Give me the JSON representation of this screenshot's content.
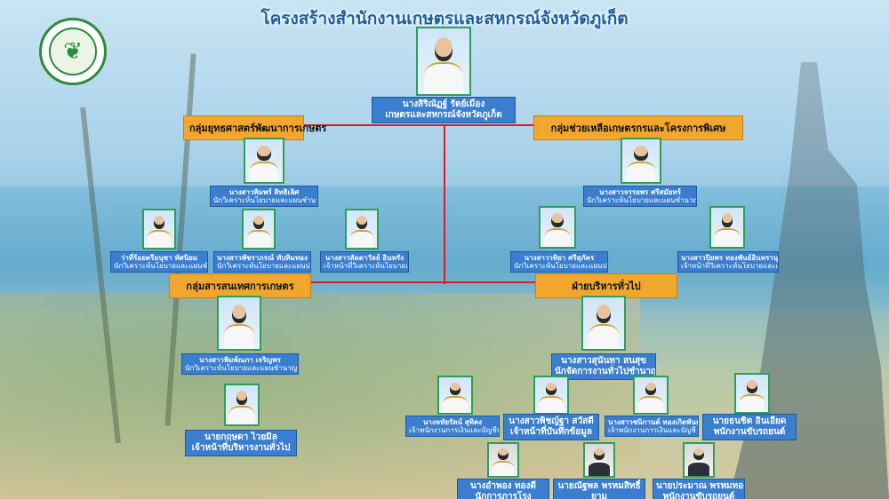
{
  "title": "โครงสร้างสำนักงานเกษตรและสหกรณ์จังหวัดภูเก็ต",
  "logo": {
    "icon": "ministry-seal-icon",
    "glyph": "❦"
  },
  "colors": {
    "label_bg": "#3a7ecf",
    "group_bg": "#f1a62d",
    "connector": "#d31f26",
    "title": "#1f5d9e"
  },
  "head": {
    "name": "นางสิริณัฏฐ์ รัตย์เมือง",
    "position": "เกษตรและสหกรณ์จังหวัดภูเก็ต"
  },
  "groups": {
    "strategy": "กลุ่มยุทธศาสตร์พัฒนาการเกษตร",
    "assistance": "กลุ่มช่วยเหลือเกษตรกรและโครงการพิเศษ",
    "information": "กลุ่มสารสนเทศการเกษตร",
    "admin": "ฝ่ายบริหารทั่วไป"
  },
  "staff": {
    "strategy_lead": {
      "name": "นางสาวพิมพร์ สิทธิเลิศ",
      "position": "นักวิเคราะห์นโยบายและแผนชำนาญการ"
    },
    "strategy_1": {
      "name": "ว่าที่ร้อยตรีอนุชา ทัศนิยม",
      "position": "นักวิเคราะห์นโยบายและแผนชำนาญการ"
    },
    "strategy_2": {
      "name": "นางสาวพัชราภรณ์ ทับทิมทอง",
      "position": "นักวิเคราะห์นโยบายและแผนปฏิบัติการ"
    },
    "strategy_3": {
      "name": "นางสาวลัดดาวัลย์ อินทรัง",
      "position": "เจ้าหน้าที่วิเคราะห์นโยบายและแผน"
    },
    "assistance_lead": {
      "name": "นางสาวจรรยพร ศรีสมัยทร์",
      "position": "นักวิเคราะห์นโยบายและแผนชำนาญการ"
    },
    "assistance_1": {
      "name": "นางสาววทิยา ศรีสุภัคร",
      "position": "นักวิเคราะห์นโยบายและแผนปฏิบัติการ"
    },
    "assistance_2": {
      "name": "นางสาวปิยพร ทองพันธ์อินทรานุคิน",
      "position": "เจ้าหน้าที่วิเคราะห์นโยบายและแผน"
    },
    "info_lead": {
      "name": "นางสาวพิมพ์ณภา เจริญพร",
      "position": "นักวิเคราะห์นโยบายและแผนชำนาญการ"
    },
    "info_1": {
      "name": "นายกฤษดา ไวยมิล",
      "position": "เจ้าหน้าที่บริหารงานทั่วไป"
    },
    "admin_lead": {
      "name": "นางสาวสุนันทา สนสุข",
      "position": "นักจัดการงานทั่วไปชำนาญการ"
    },
    "admin_1": {
      "name": "นางหทัยรัตน์ สุทิตง",
      "position": "เจ้าพนักงานการเงินและบัญชีปฏิบัติงาน"
    },
    "admin_2": {
      "name": "นางสาวพิชญ์ฐา สวัสดี",
      "position": "เจ้าหน้าที่บันทึกข้อมูล"
    },
    "admin_3": {
      "name": "นางสาวชนิกานต์ ทองเกิดพันธ์",
      "position": "เจ้าพนักงานการเงินและบัญชี"
    },
    "admin_4": {
      "name": "นายธนชิต อินเอียด",
      "position": "พนักงานขับรถยนต์"
    },
    "admin_5": {
      "name": "นางอำพอง ทองดี",
      "position": "นักการภารโรง"
    },
    "admin_6": {
      "name": "นายณัฐพล พรหมสิทธิ์",
      "position": "ยาม"
    },
    "admin_7": {
      "name": "นายประมาณ พรหมทอง",
      "position": "พนักงานขับรถยนต์"
    }
  }
}
